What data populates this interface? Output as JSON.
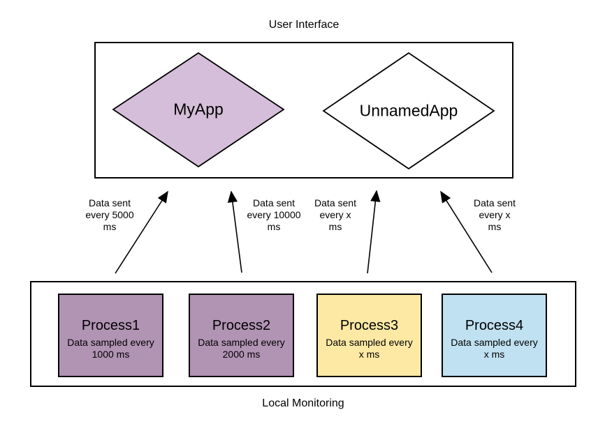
{
  "labels": {
    "top": "User Interface",
    "bottom": "Local Monitoring"
  },
  "apps": [
    {
      "name": "MyApp",
      "fill": "#d5bed9"
    },
    {
      "name": "UnnamedApp",
      "fill": "#ffffff"
    }
  ],
  "arrows": [
    {
      "label_lines": [
        "Data sent",
        "every 5000",
        "ms"
      ]
    },
    {
      "label_lines": [
        "Data sent",
        "every 10000",
        "ms"
      ]
    },
    {
      "label_lines": [
        "Data sent",
        "every x",
        "ms"
      ]
    },
    {
      "label_lines": [
        "Data sent",
        "every x",
        "ms"
      ]
    }
  ],
  "processes": [
    {
      "name": "Process1",
      "detail_lines": [
        "Data sampled every",
        "1000 ms"
      ],
      "fill": "#b193b3"
    },
    {
      "name": "Process2",
      "detail_lines": [
        "Data sampled every",
        "2000 ms"
      ],
      "fill": "#b193b3"
    },
    {
      "name": "Process3",
      "detail_lines": [
        "Data sampled every",
        "x ms"
      ],
      "fill": "#fde9a4"
    },
    {
      "name": "Process4",
      "detail_lines": [
        "Data sampled every",
        "x ms"
      ],
      "fill": "#c0e1f2"
    }
  ],
  "colors": {
    "stroke": "#000000",
    "text": "#000000",
    "background": "#ffffff"
  }
}
